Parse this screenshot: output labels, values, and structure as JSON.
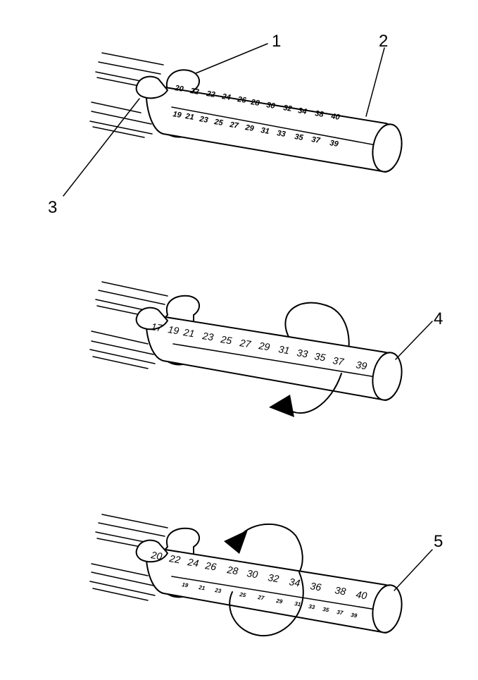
{
  "callouts": {
    "c1": "1",
    "c2": "2",
    "c3": "3",
    "c4": "4",
    "c5": "5"
  },
  "gauge_top": {
    "upper_scale": [
      "20",
      "22",
      "22",
      "24",
      "26",
      "28",
      "30",
      "32",
      "34",
      "38",
      "40"
    ],
    "lower_scale": [
      "19",
      "21",
      "23",
      "25",
      "27",
      "29",
      "31",
      "33",
      "35",
      "37",
      "39"
    ]
  },
  "gauge_middle": {
    "scale": [
      "17",
      "19",
      "21",
      "23",
      "25",
      "27",
      "29",
      "31",
      "33",
      "35",
      "37",
      "39"
    ]
  },
  "gauge_bottom": {
    "upper_scale": [
      "20",
      "22",
      "24",
      "26",
      "28",
      "30",
      "32",
      "34",
      "36",
      "38",
      "40"
    ],
    "lower_scale": [
      "19",
      "21",
      "23",
      "25",
      "27",
      "29",
      "31",
      "33",
      "35",
      "37",
      "39"
    ]
  },
  "icons": {
    "rotation_middle": "rotate-counterclockwise-arrow-icon",
    "rotation_bottom": "rotate-clockwise-arrow-icon"
  }
}
